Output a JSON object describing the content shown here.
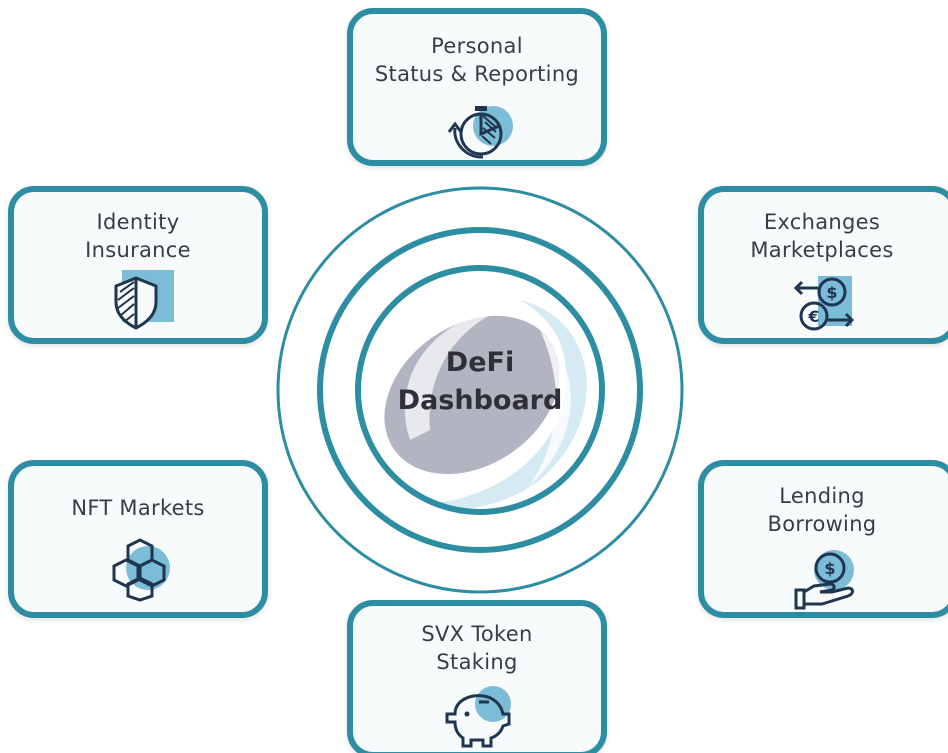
{
  "center": {
    "line1": "DeFi",
    "line2": "Dashboard"
  },
  "cards": {
    "personal": {
      "line1": "Personal",
      "line2": "Status & Reporting",
      "icon": "pie-chart-refresh-icon"
    },
    "identity": {
      "line1": "Identity",
      "line2": "Insurance",
      "icon": "shield-icon"
    },
    "exchanges": {
      "line1": "Exchanges",
      "line2": "Marketplaces",
      "icon": "currency-exchange-icon"
    },
    "nft": {
      "line1": "NFT Markets",
      "icon": "hexagon-blocks-icon"
    },
    "lending": {
      "line1": "Lending",
      "line2": "Borrowing",
      "icon": "hand-coin-icon"
    },
    "staking": {
      "line1": "SVX Token",
      "line2": "Staking",
      "icon": "piggy-bank-icon"
    }
  },
  "colors": {
    "border": "#2c8da3",
    "accent_fill": "#7bbcd6",
    "icon_stroke": "#1f3550",
    "center_gray": "#b3b4c1",
    "text": "#3b3b45"
  }
}
